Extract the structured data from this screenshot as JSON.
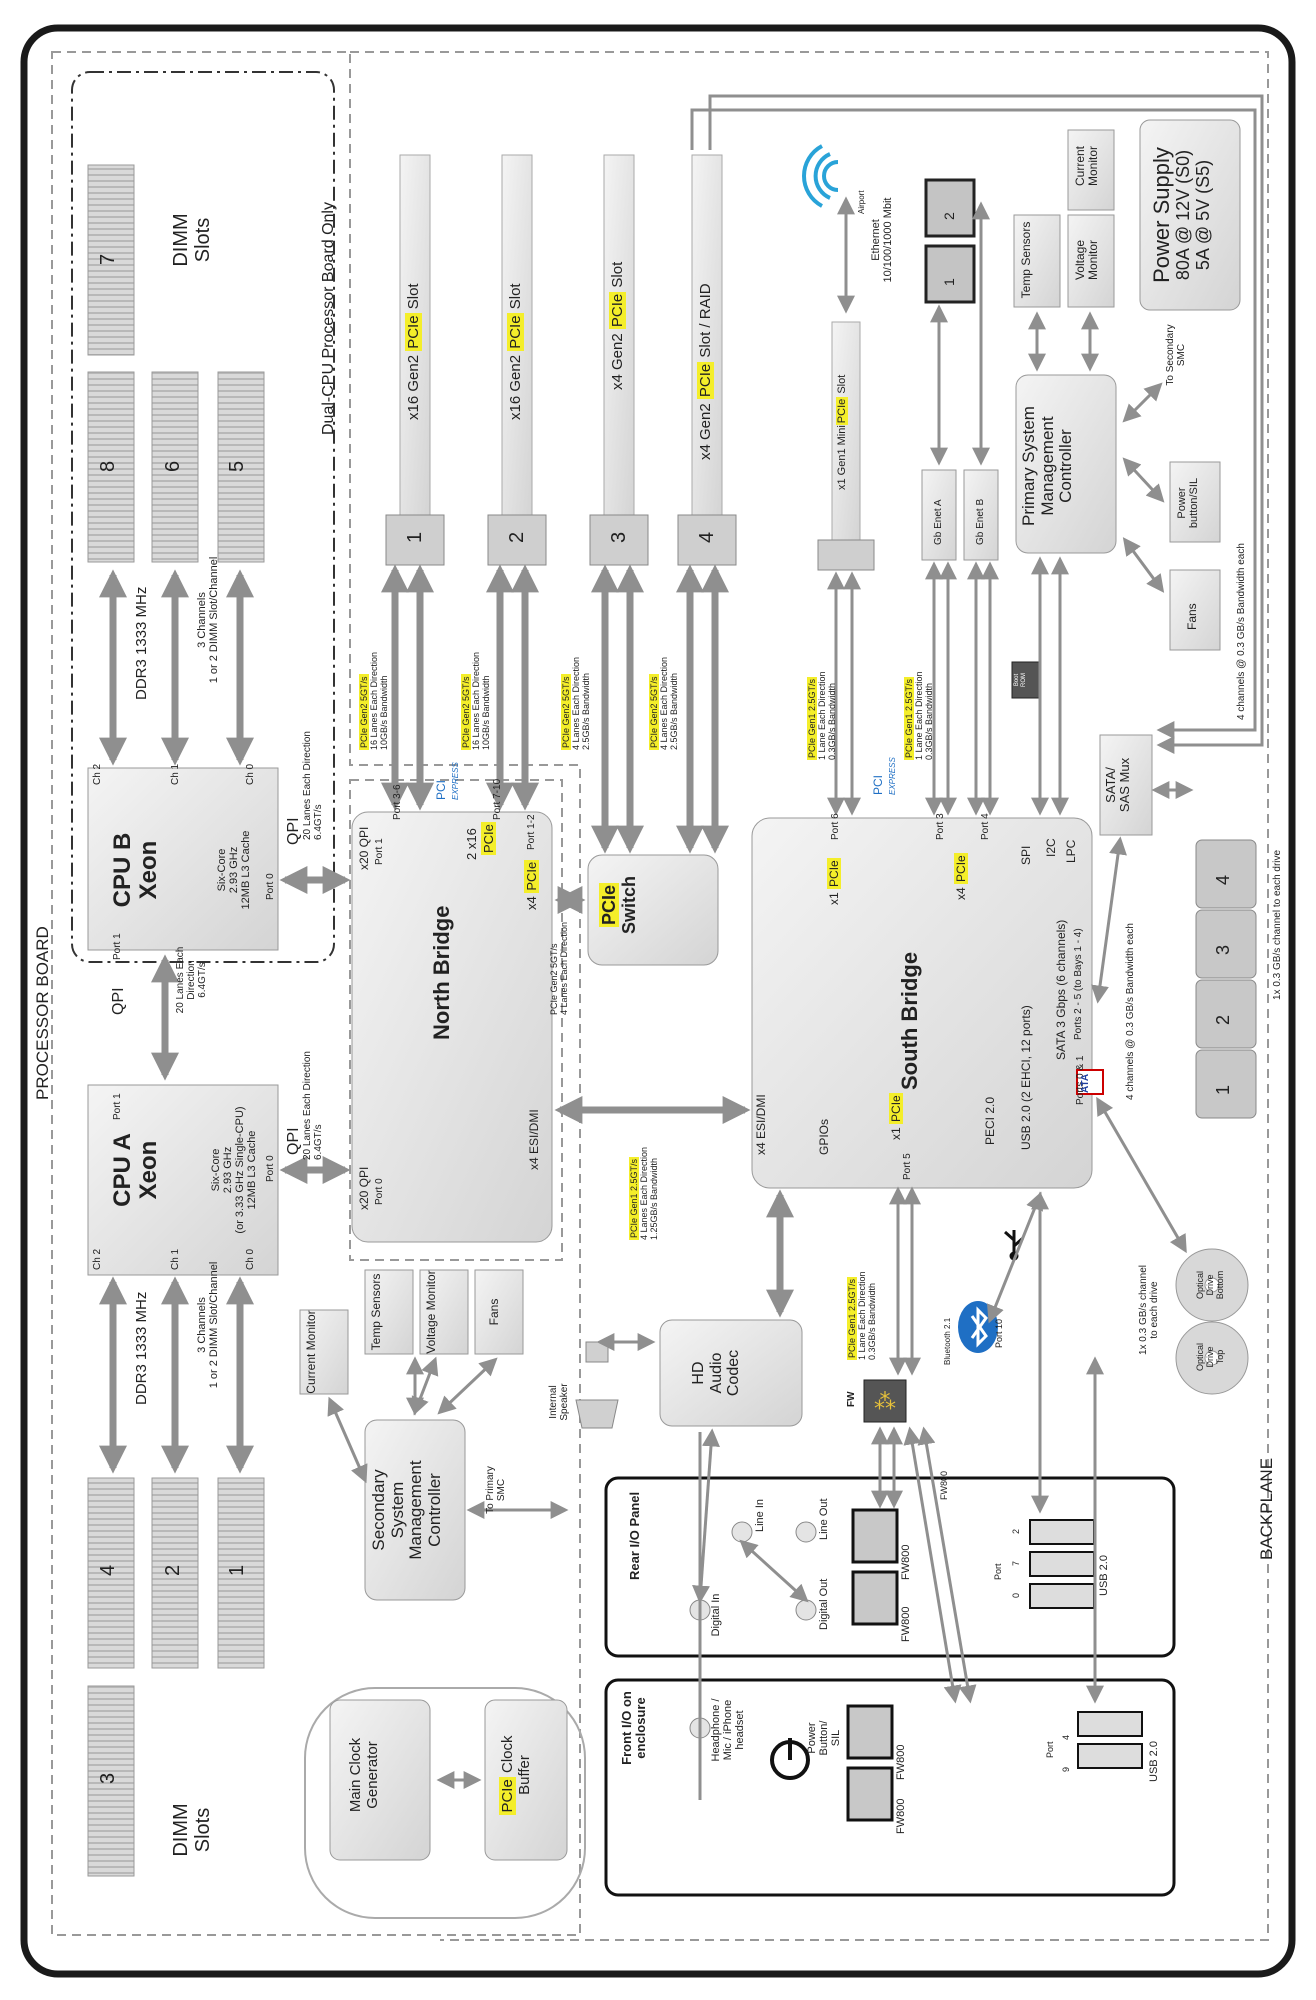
{
  "board": {
    "processor_board": "PROCESSOR BOARD",
    "backplane": "BACKPLANE",
    "dual_cpu_note": "Dual-CPU Processor Board Only"
  },
  "dimm": {
    "slots_label": "DIMM Slots",
    "cpu_a_slots": [
      "4",
      "2",
      "1"
    ],
    "cpu_a_extra": "3",
    "cpu_b_slots": [
      "8",
      "6",
      "5"
    ],
    "cpu_b_extra": "7",
    "ddr": "DDR3 1333 MHz",
    "channels_line1": "3 Channels",
    "channels_line2": "1 or 2 DIMM Slot/Channel"
  },
  "cpu_a": {
    "name_line1": "CPU A",
    "name_line2": "Xeon",
    "spec_line1": "Six-Core",
    "spec_line2": "2.93 GHz",
    "spec_line3": "(or 3.33 GHz Single-CPU)",
    "spec_line4": "12MB L3 Cache",
    "ch0": "Ch 0",
    "ch1": "Ch 1",
    "ch2": "Ch 2",
    "port0": "Port 0",
    "port1": "Port 1"
  },
  "cpu_b": {
    "name_line1": "CPU B",
    "name_line2": "Xeon",
    "spec_line1": "Six-Core",
    "spec_line2": "2.93 GHz",
    "spec_line3": "12MB L3 Cache",
    "ch0": "Ch 0",
    "ch1": "Ch 1",
    "ch2": "Ch 2",
    "port0": "Port 0",
    "port1": "Port 1"
  },
  "qpi": {
    "label": "QPI",
    "spec_line1": "20 Lanes Each Direction",
    "spec_line2": "6.4GT/s",
    "between_line1": "20 Lanes Each",
    "between_line2": "Direction",
    "between_line3": "6.4GT/s"
  },
  "north_bridge": {
    "title": "North Bridge",
    "x20_qpi": "x20 QPI",
    "port0": "Port 0",
    "port1": "Port 1",
    "x2_16": "2 x16",
    "pcie": "PCIe",
    "port36": "Port 3-6",
    "port710": "Port 7-10",
    "x4": "x4",
    "port12": "Port 1-2",
    "esi": "x4 ESI/DMI",
    "switch_link_line1": "PCIe Gen2 5GT/s",
    "switch_link_line2": "4 Lanes Each Direction"
  },
  "pcie_slots": [
    {
      "num": "1",
      "label_pre": "x16 Gen2 ",
      "label_hl": "PCIe",
      "label_post": " Slot",
      "spec1": "PCIe Gen2 5GT/s",
      "spec2": "16 Lanes Each Direction",
      "spec3": "10GB/s Bandwidth"
    },
    {
      "num": "2",
      "label_pre": "x16 Gen2 ",
      "label_hl": "PCIe",
      "label_post": " Slot",
      "spec1": "PCIe Gen2 5GT/s",
      "spec2": "16 Lanes Each Direction",
      "spec3": "10GB/s Bandwidth"
    },
    {
      "num": "3",
      "label_pre": "x4 Gen2 ",
      "label_hl": "PCIe",
      "label_post": " Slot",
      "spec1": "PCIe Gen2 5GT/s",
      "spec2": "4 Lanes Each Direction",
      "spec3": "2.5GB/s Bandwidth"
    },
    {
      "num": "4",
      "label_pre": "x4 Gen2 ",
      "label_hl": "PCIe",
      "label_post": " Slot / RAID",
      "spec1": "PCIe Gen2 5GT/s",
      "spec2": "4 Lanes Each Direction",
      "spec3": "2.5GB/s Bandwidth"
    }
  ],
  "pcie_switch": {
    "line1": "PCIe",
    "line2": "Switch"
  },
  "pci_express_logo": {
    "pci": "PCI",
    "express": "EXPRESS"
  },
  "south_bridge": {
    "title": "South Bridge",
    "x4_esi": "x4 ESI/DMI",
    "gpios": "GPIOs",
    "x1": "x1",
    "pcie": "PCIe",
    "port5": "Port 5",
    "port6": "Port 6",
    "port3": "Port 3",
    "port4": "Port 4",
    "x4": "x4",
    "peci": "PECI 2.0",
    "usb": "USB 2.0  (2 EHCI, 12 ports)",
    "sata": "SATA 3 Gbps (6 channels)",
    "ports25": "Ports 2 - 5 (to Bays 1 - 4)",
    "ports01": "Ports 0 & 1",
    "spi": "SPI",
    "i2c": "I2C",
    "lpc": "LPC",
    "esi_link1": "PCIe Gen1 2.5GT/s",
    "esi_link2": "4 Lanes Each Direction",
    "esi_link3": "1.25GB/s Bandwidth"
  },
  "mini_pcie": {
    "label_pre": "x1 Gen1 Mini",
    "label_hl": "PCIe",
    "label_post": " Slot",
    "spec1": "PCIe Gen1 2.5GT/s",
    "spec2": "1 Lane Each Direction",
    "spec3": "0.3GB/s Bandwidth"
  },
  "airport": "Airport",
  "ethernet": {
    "title": "Ethernet",
    "speed": "10/100/1000 Mbit",
    "port1": "1",
    "port2": "2",
    "enet_a": "Gb Enet A",
    "enet_b": "Gb Enet B",
    "spec1": "PCIe Gen1 2.5GT/s",
    "spec2": "1 Lane Each Direction",
    "spec3": "0.3GB/s Bandwidth"
  },
  "boot_rom": {
    "line1": "Boot",
    "line2": "ROM"
  },
  "primary_smc": {
    "line1": "Primary System",
    "line2": "Management",
    "line3": "Controller",
    "temp": "Temp Sensors",
    "voltage": "Voltage Monitor",
    "current": "Current Monitor",
    "power_button": "Power button/SIL",
    "fans": "Fans",
    "to_secondary": "To Secondary SMC"
  },
  "power_supply": {
    "title": "Power Supply",
    "line1": "80A @ 12V (S0)",
    "line2": "5A @ 5V (S5)"
  },
  "sata_mux": {
    "line1": "SATA/",
    "line2": "SAS Mux",
    "channels": "4 channels @ 0.3 GB/s Bandwidth each"
  },
  "drives": {
    "bays": [
      "1",
      "2",
      "3",
      "4"
    ],
    "per_drive": "1x 0.3 GB/s channel to each drive",
    "channels": "4 channels @ 0.3 GB/s Bandwidth each"
  },
  "ata_logo": "ATA",
  "optical": {
    "bottom_line1": "Optical",
    "bottom_line2": "Drive",
    "bottom_line3": "Bottom",
    "top_line1": "Optical",
    "top_line2": "Drive",
    "top_line3": "Top",
    "channel_line1": "1x 0.3 GB/s channel",
    "channel_line2": "to each drive"
  },
  "secondary_smc": {
    "line1": "Secondary",
    "line2": "System",
    "line3": "Management",
    "line4": "Controller",
    "temp": "Temp Sensors",
    "voltage": "Voltage Monitor",
    "current": "Current Monitor",
    "fans": "Fans",
    "to_primary": "To Primary SMC"
  },
  "audio": {
    "line1": "HD",
    "line2": "Audio",
    "line3": "Codec",
    "speaker": "Internal Speaker"
  },
  "firewire": {
    "fw": "FW",
    "fw800": "FW800",
    "spec1": "PCIe Gen1 2.5GT/s",
    "spec2": "1 Lane Each Direction",
    "spec3": "0.3GB/s Bandwidth"
  },
  "bluetooth": {
    "label": "Bluetooth 2.1",
    "port": "Port 10"
  },
  "rear_io": {
    "title": "Rear I/O Panel",
    "line_in": "Line In",
    "line_out": "Line Out",
    "digital_in": "Digital In",
    "digital_out": "Digital Out",
    "fw800": "FW800",
    "usb": "USB 2.0",
    "port": "Port",
    "ports": [
      "0",
      "7",
      "2"
    ]
  },
  "front_io": {
    "title_line1": "Front I/O on",
    "title_line2": "enclosure",
    "headphone_line1": "Headphone /",
    "headphone_line2": "Mic / iPhone",
    "headphone_line3": "headset",
    "power_line1": "Power",
    "power_line2": "Button/",
    "power_line3": "SIL",
    "fw800": "FW800",
    "usb": "USB 2.0",
    "port": "Port",
    "ports": [
      "9",
      "4"
    ]
  },
  "clock": {
    "main_line1": "Main Clock",
    "main_line2": "Generator",
    "buffer_hl": "PCIe",
    "buffer_post": " Clock",
    "buffer_line2": "Buffer"
  }
}
